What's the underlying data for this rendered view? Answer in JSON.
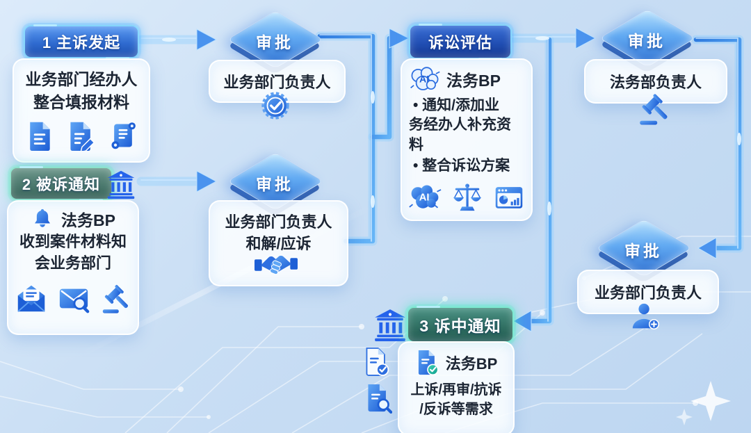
{
  "colors": {
    "background": "#c9def4",
    "connector": "#3a86e8",
    "badge_blue": "#2f6bd0",
    "badge_green": "#2f6e61",
    "icon_blue": "#1b5bd4",
    "icon_teal": "#0f9e8e",
    "card_text": "#1c2533"
  },
  "icons": {
    "ai_label": "AI"
  },
  "badges": {
    "step1": {
      "label": "1 主诉发起"
    },
    "step2": {
      "label": "2 被诉通知"
    },
    "eval": {
      "label": "诉讼评估"
    },
    "step3": {
      "label": "3 诉中通知"
    }
  },
  "cards": {
    "step1": {
      "line1": "业务部门经办人",
      "line2": "整合填报材料",
      "icons": [
        "document-icon",
        "document-edit-icon",
        "scroll-icon"
      ]
    },
    "step2": {
      "heading": "法务BP",
      "line1": "收到案件材料知",
      "line2": "会业务部门",
      "icons": [
        "bell-icon",
        "mail-open-icon",
        "mail-search-icon",
        "gavel-icon"
      ]
    },
    "eval": {
      "heading": "法务BP",
      "bullet1_line1": "• 通知/添加业",
      "bullet1_line2": "务经办人补充资",
      "bullet1_line3": "料",
      "bullet2": "• 整合诉讼方案",
      "icons": [
        "ai-brain-icon",
        "scales-icon",
        "chart-icon"
      ]
    },
    "step3": {
      "heading": "法务BP",
      "line1": "上诉/再审/抗诉",
      "line2": "/反诉等需求",
      "icons": [
        "courthouse-icon",
        "document-check-icon",
        "document-search-icon"
      ]
    }
  },
  "approvals": {
    "a1": {
      "diamond": "审批",
      "card": "业务部门负责人",
      "icon": "seal-check-icon"
    },
    "a2": {
      "diamond": "审批",
      "card_line1": "业务部门负责人",
      "card_line2": "和解/应诉",
      "icon": "handshake-icon"
    },
    "a3": {
      "diamond": "审批",
      "card": "法务部负责人",
      "icon": "gavel-icon"
    },
    "a4": {
      "diamond": "审批",
      "card": "业务部门负责人",
      "icon": "person-plus-icon"
    }
  }
}
